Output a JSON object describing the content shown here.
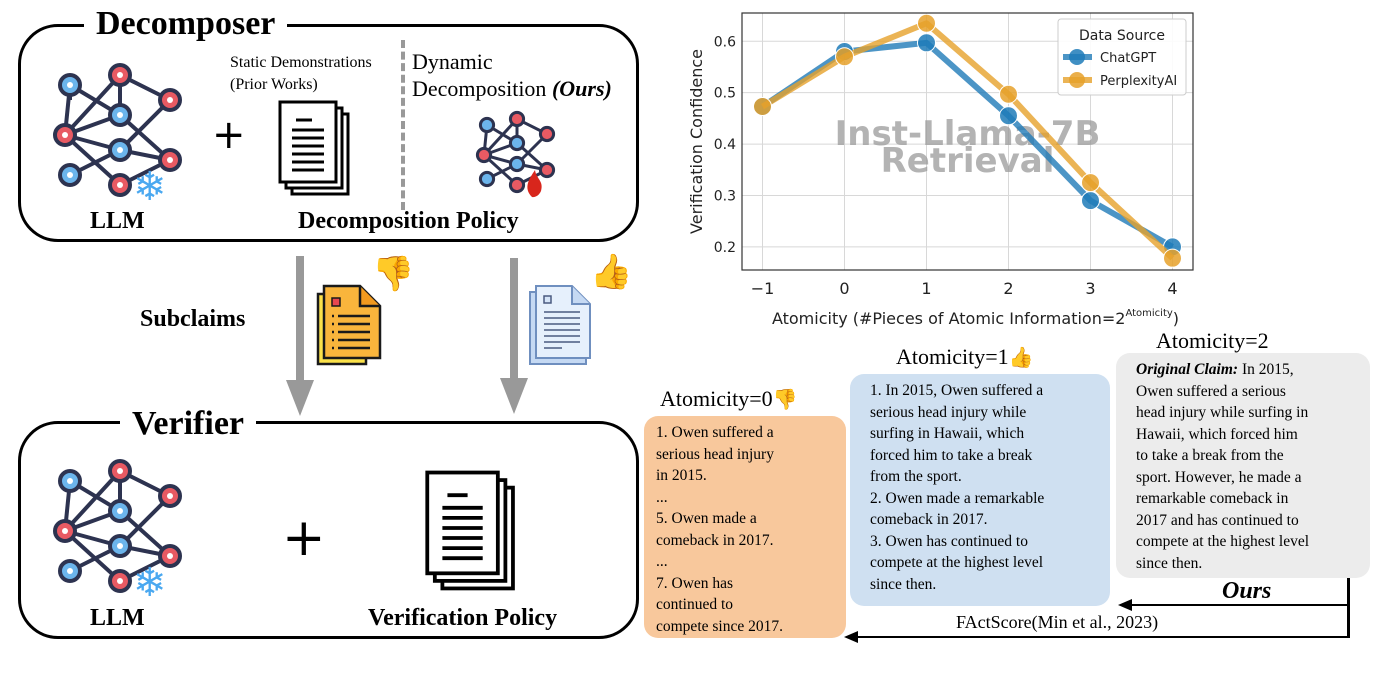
{
  "decomposer": {
    "title": "Decomposer",
    "llm_label": "LLM",
    "static_label_line1": "Static Demonstrations",
    "static_label_line2": "(Prior Works)",
    "dynamic_label_line1": "Dynamic",
    "dynamic_label_line2": "Decomposition ",
    "dynamic_label_ours": "(Ours)",
    "policy_label": "Decomposition Policy",
    "plus": "+"
  },
  "middle": {
    "subclaims_label": "Subclaims"
  },
  "verifier": {
    "title": "Verifier",
    "llm_label": "LLM",
    "policy_label": "Verification Policy",
    "plus": "+"
  },
  "chart_data": {
    "type": "line",
    "title": "",
    "watermark": [
      "Inst-Llama-7B",
      "Retrieval"
    ],
    "xlabel": "Atomicity (#Pieces of Atomic Information=2",
    "xlabel_sup": "Atomicity",
    "xlabel_end": ")",
    "ylabel": "Verification Confidence",
    "x": [
      -1,
      0,
      1,
      2,
      3,
      4
    ],
    "x_tick_labels": [
      "−1",
      "0",
      "1",
      "2",
      "3",
      "4"
    ],
    "y_ticks": [
      0.2,
      0.3,
      0.4,
      0.5,
      0.6
    ],
    "ylim": [
      0.155,
      0.655
    ],
    "xlim": [
      -1.25,
      4.25
    ],
    "grid": true,
    "legend_title": "Data Source",
    "legend_position": "upper right",
    "series": [
      {
        "name": "ChatGPT",
        "color": "#1f7bb8",
        "values": [
          0.473,
          0.58,
          0.597,
          0.455,
          0.29,
          0.2
        ]
      },
      {
        "name": "PerplexityAI",
        "color": "#e6a12a",
        "values": [
          0.473,
          0.57,
          0.635,
          0.497,
          0.325,
          0.178
        ]
      }
    ]
  },
  "examples": {
    "atomicity0": {
      "title": "Atomicity=0",
      "reaction": "👎",
      "lines": [
        "1. Owen suffered a",
        "serious head injury",
        "in 2015.",
        "...",
        "5. Owen made a",
        "comeback in 2017.",
        "...",
        "7. Owen has",
        "continued to",
        "compete since 2017."
      ],
      "bg": "#f8c89c"
    },
    "atomicity1": {
      "title": "Atomicity=1",
      "reaction": "👍",
      "lines": [
        "1. In 2015, Owen suffered a",
        "serious head injury while",
        "surfing in Hawaii, which",
        "forced him to take a break",
        "from the sport.",
        "2. Owen made a remarkable",
        "comeback in 2017.",
        "3. Owen has continued to",
        "compete at the highest level",
        "since then."
      ],
      "bg": "#cfe0f1"
    },
    "atomicity2": {
      "title": "Atomicity=2",
      "label": "Original Claim:",
      "lines": [
        " In 2015,",
        "Owen suffered a serious",
        "head injury while surfing in",
        "Hawaii, which forced him",
        "to take a break from the",
        "sport. However, he made a",
        "remarkable comeback in",
        "2017 and has continued to",
        "compete at the highest level",
        "since then."
      ],
      "bg": "#ececec"
    }
  },
  "flow": {
    "ours_label": "Ours",
    "factscore_label": "FActScore(Min et al., 2023)"
  }
}
